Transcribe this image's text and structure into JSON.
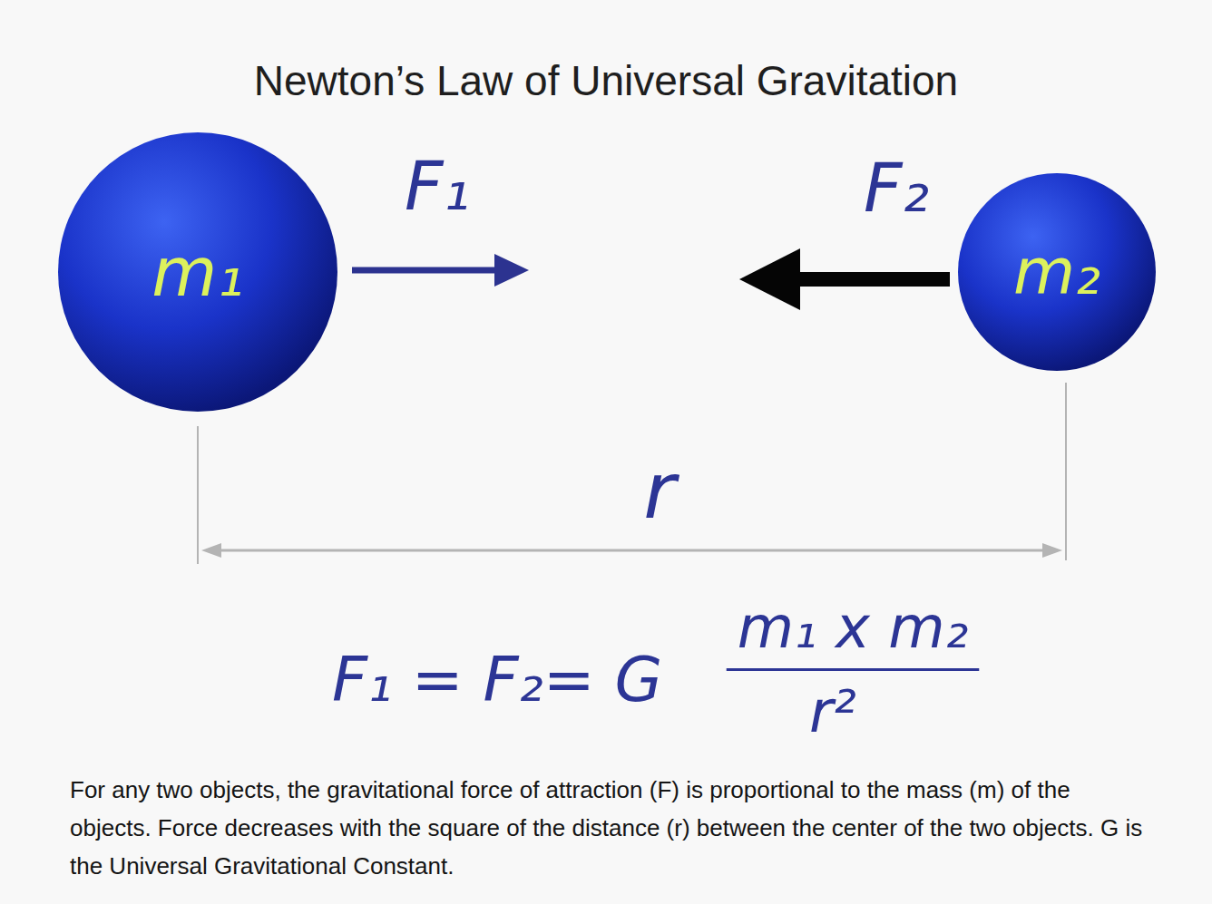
{
  "diagram": {
    "title": "Newton’s Law of Universal Gravitation",
    "caption": "For any two objects, the gravitational force of attraction (F) is proportional to the mass (m) of the objects. Force decreases with the square of the distance (r) between the center of the two objects. G is the Universal Gravitational Constant.",
    "nodes": [
      {
        "text": [
          "m₁"
        ]
      },
      {
        "text": [
          "m₂"
        ]
      }
    ],
    "labels": [
      "F₁",
      "F₂",
      "r",
      "F₁ = F₂= G",
      "m₁ x m₂",
      "r²"
    ]
  }
}
